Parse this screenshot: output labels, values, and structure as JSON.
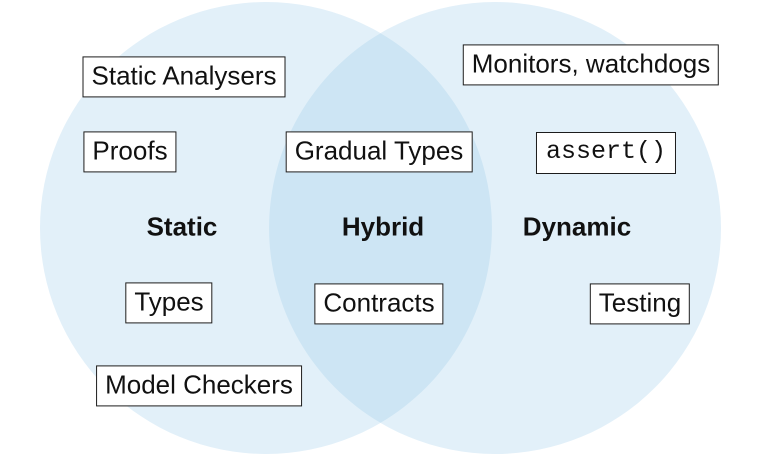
{
  "venn": {
    "colors": {
      "circle_fill": "#e2f0f9",
      "overlap_fill": "#cde5f4",
      "box_border": "#1c1c1c",
      "text": "#111111",
      "background": "#ffffff"
    },
    "circles": [
      {
        "name": "static-circle"
      },
      {
        "name": "dynamic-circle"
      }
    ],
    "regions": [
      {
        "label": "Static"
      },
      {
        "label": "Hybrid"
      },
      {
        "label": "Dynamic"
      }
    ],
    "boxes": [
      {
        "label": "Static Analysers"
      },
      {
        "label": "Monitors, watchdogs"
      },
      {
        "label": "Proofs"
      },
      {
        "label": "Gradual Types"
      },
      {
        "label": "assert()",
        "mono": true
      },
      {
        "label": "Types"
      },
      {
        "label": "Contracts"
      },
      {
        "label": "Testing"
      },
      {
        "label": "Model Checkers"
      }
    ]
  }
}
